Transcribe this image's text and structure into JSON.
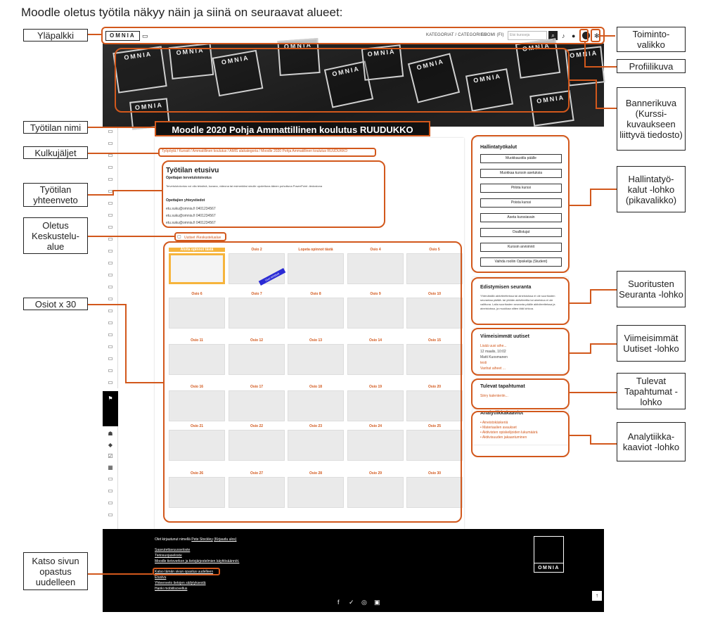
{
  "heading": "Moodle oletus työtila näkyy näin ja siinä on seuraavat alueet:",
  "callouts": {
    "yllapalkki": "Yläpalkki",
    "tyotilan_nimi": "Työtilan nimi",
    "kulkujaljet": "Kulkujäljet",
    "yhteenveto": "Työtilan yhteenveto",
    "keskustelualue": "Oletus Keskustelu-alue",
    "osiot": "Osiot x 30",
    "opastus": "Katso sivun opastus uudelleen",
    "toimintovalikko": "Toiminto-valikko",
    "profiilikuva": "Profiilikuva",
    "bannerikuva": "Bannerikuva (Kurssi-kuvaukseen liittyvä tiedosto)",
    "hallintatyokalut": "Hallintatyö-kalut -lohko (pikavalikko)",
    "suoritusten": "Suoritusten Seuranta -lohko",
    "viimeisimmat": "Viimeisimmät Uutiset -lohko",
    "tulevat": "Tulevat Tapahtumat -lohko",
    "analytiikka": "Analytiikka-kaaviot -lohko"
  },
  "topbar": {
    "logo": "OMNIA",
    "kategoriat": "KATEGORIAT / CATEGORIES",
    "suomi": "SUOMI (FI)",
    "search_placeholder": "Etsi kursseja"
  },
  "banner_word": "OMNIA",
  "course_title": "Moodle 2020 Pohja Ammattillinen koulutus RUUDUKKO",
  "breadcrumb": "Työpöytä / Kurssit / Ammatillinen koulutus / AMIS alakategoria / Moodle 2020 Pohja Ammatillinen koulutus RUUDUKKO",
  "summary": {
    "title": "Työtilan etusivu",
    "subtitle": "Opettajan tervetulotoivotus",
    "text": "Tervetulotoivotus voi olla tekstinä, kuvana, videona tai esimerkiksi sinulle upotettuna äänen puhuttuna PowerPoint -tiedostona",
    "contacts_title": "Opettajien yhteystiedot",
    "contact1": "etu.suku@omnia.fi 0401234567",
    "contact2": "etu.suku@omnia.fi 0401234567",
    "contact3": "etu.suku@omnia.fi 0401234567"
  },
  "forum": "Uutiset /Keskustelualue",
  "sections": [
    "Aloita opinnot tästä",
    "Osio 2",
    "Lopeta opinnot tästä",
    "Osio 4",
    "Osio 5",
    "Osio 6",
    "Osio 7",
    "Osio 8",
    "Osio 9",
    "Osio 10",
    "Osio 11",
    "Osio 12",
    "Osio 13",
    "Osio 14",
    "Osio 15",
    "Osio 16",
    "Osio 17",
    "Osio 18",
    "Osio 19",
    "Osio 20",
    "Osio 21",
    "Osio 22",
    "Osio 23",
    "Osio 24",
    "Osio 25",
    "Osio 26",
    "Osio 27",
    "Osio 28",
    "Osio 29",
    "Osio 30"
  ],
  "ribbon": "Uusi tehtävä",
  "admin": {
    "title": "Hallintatyökalut",
    "buttons": [
      "Muokkaustila päälle",
      "Muokkaa kurssin asetuksia",
      "Piilota kurssi",
      "Poista kurssi",
      "Aseta kurssiavain",
      "Osallistujat",
      "Kurssin arvioinnit",
      "Vaihda rooliin Opiskelija (Student)"
    ]
  },
  "progress": {
    "title": "Edistymisen seuranta",
    "text": "Yhtenäisillä aktiviteetteissa tai aineistoissa ei ole suoritusten seurantaa päällä. tai yhtään aktiviteettia tai aineistoa ei ole valittuna. Laita suoritusten seuranta päälle aktiviteetteissa ja aineistoissa, ja muokkaa sitten tätä lohkoa."
  },
  "news": {
    "title": "Viimeisimmät uutiset",
    "add": "Lisää uusi aihe...",
    "date": "12 maalis, 10:02",
    "author": "Matti Kuosmanen",
    "item": "testi",
    "older": "Vanhat aiheet ..."
  },
  "events": {
    "title": "Tulevat tapahtumat",
    "link": "Siirry kalenteriin..."
  },
  "analytics": {
    "title": "Analytiikkakaaviot",
    "items": [
      "Aineistokäskeriä",
      "Materiaalien avaukset",
      "Aktiivisten opiskelijoiden lukumäärä",
      "Aktiivisuuden jakaantuminen"
    ]
  },
  "footer": {
    "logged": "Olet kirjautunut nimellä",
    "user": "Pete Stockley",
    "logout": "(Kirjaudu ulos)",
    "link1": "Saavutettavuusseloste",
    "link2": "Tietosuojaseloste",
    "link3": "Moodle tietoverkon ja tietojärjestelmien käyttösäännöt.",
    "tour": "Katso tämän sivun opastus uudelleen",
    "home": "Etusivu",
    "data": "Yhteenveto tietojen säilytyksestä",
    "app": "Hanki mobiilisovellus",
    "logo": "OMNIA",
    "scroll": "↑"
  }
}
